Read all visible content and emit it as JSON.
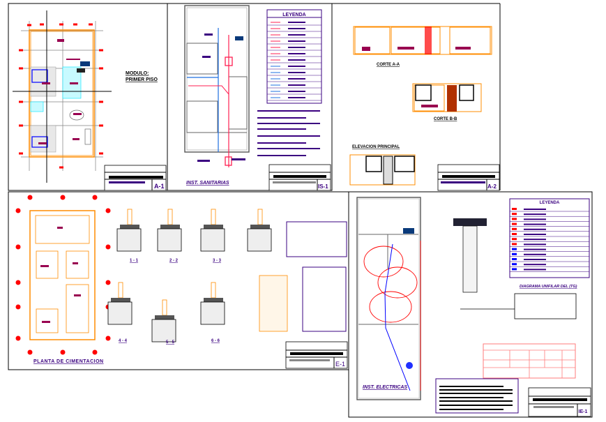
{
  "colors": {
    "wall": "#ff8c00",
    "marker": "#ff0000",
    "label": "#990050",
    "text": "#3a0080",
    "water": "#1e6fe0",
    "drain": "#ff1e50",
    "grid": "#808080",
    "cyan": "#00e5ff",
    "blue": "#0000ff",
    "table": "#ff7b7b"
  },
  "sheets": [
    {
      "code": "A-1",
      "title": "MODULO:",
      "subtitle": "PRIMER PISO"
    },
    {
      "code": "IS-1",
      "title": "INST. SANITARIAS",
      "legend_title": "LEYENDA"
    },
    {
      "code": "A-2",
      "cut_a": "CORTE A-A",
      "cut_b": "CORTE B-B",
      "elevation": "ELEVACION PRINCIPAL"
    },
    {
      "code": "E-1",
      "title": "PLANTA DE CIMENTACION",
      "sections": [
        "1 - 1",
        "2 - 2",
        "3 - 3",
        "4 - 4",
        "5 - 5",
        "6 - 6"
      ]
    },
    {
      "code": "IE-1",
      "title": "INST. ELECTRICAS",
      "legend_title": "LEYENDA",
      "diagram_title": "DIAGRAMA UNIFILAR DEL (TG)"
    }
  ]
}
